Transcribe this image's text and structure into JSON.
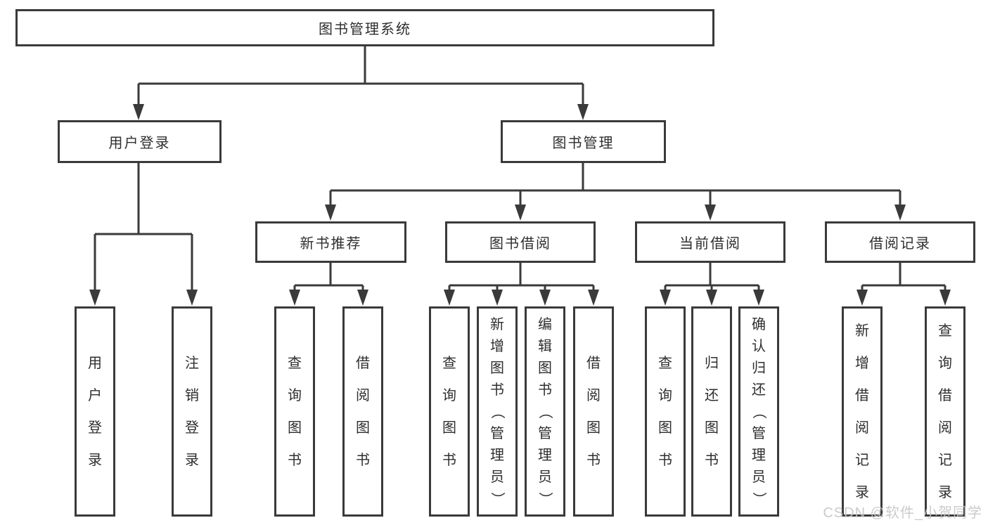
{
  "tree": {
    "label": "图书管理系统",
    "children": [
      {
        "label": "用户登录",
        "children": [
          {
            "label": "用户登录"
          },
          {
            "label": "注销登录"
          }
        ]
      },
      {
        "label": "图书管理",
        "children": [
          {
            "label": "新书推荐",
            "children": [
              {
                "label": "查询图书"
              },
              {
                "label": "借阅图书"
              }
            ]
          },
          {
            "label": "图书借阅",
            "children": [
              {
                "label": "查询图书"
              },
              {
                "label": "新增图书（管理员）"
              },
              {
                "label": "编辑图书（管理员）"
              },
              {
                "label": "借阅图书"
              }
            ]
          },
          {
            "label": "当前借阅",
            "children": [
              {
                "label": "查询图书"
              },
              {
                "label": "归还图书"
              },
              {
                "label": "确认归还（管理员）"
              }
            ]
          },
          {
            "label": "借阅记录",
            "children": [
              {
                "label": "新增借阅记录"
              },
              {
                "label": "查询借阅记录"
              }
            ]
          }
        ]
      }
    ]
  },
  "watermark": "CSDN @软件_小贺同学",
  "colors": {
    "line": "#3a3a3a",
    "text": "#2e2e2e",
    "watermark": "#c6c6c6",
    "background": "#ffffff"
  }
}
